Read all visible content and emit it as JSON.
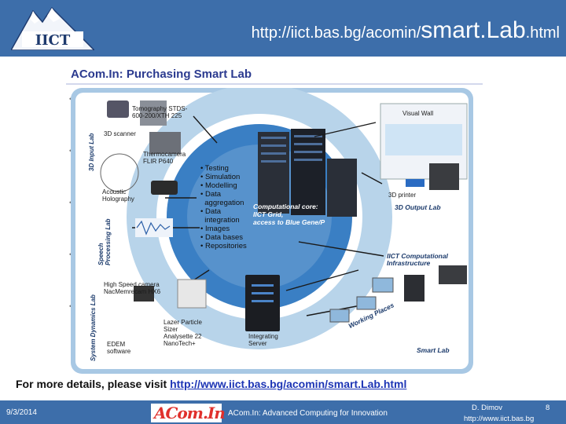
{
  "header": {
    "logo_text": "IICT",
    "url_prefix": "http://iict.bas.bg/acomin/",
    "url_main": "smart.Lab",
    "url_suffix": ".html"
  },
  "slide": {
    "title": "ACom.In: Purchasing Smart Lab",
    "side_bullets": [
      "•",
      "•",
      "•",
      "•",
      "•"
    ],
    "labels": {
      "tomography": "Tomography STDS-\n600-200/XTH 225",
      "scanner_3d": "3D scanner",
      "thermocamera": "Thermocamera\nFLIR P640",
      "acoustic": "Acoustic\nHolography",
      "visual_wall": "Visual Wall",
      "printer_3d": "3D printer",
      "output_lab": "3D Output Lab",
      "input_lab": "3D Input Lab",
      "speech_lab": "Speech\nProcessing Lab",
      "dynamics_lab": "System Dynamics Lab",
      "highspeed": "High Speed camera\nNacMemrecam HX6",
      "lazer": "Lazer Particle\nSizer\nAnalysette 22\nNanoTech+",
      "edem": "EDEM\nsoftware",
      "integrating_server": "Integrating\nServer",
      "iict_infra": "IICT Computational\nInfrastructure",
      "working_places": "Working Places",
      "smart_lab": "Smart Lab",
      "core_caption": "Computational core:\nIICT Grid,\naccess to Blue Gene/P"
    },
    "core_items": [
      "• Testing",
      "• Simulation",
      "• Modelling",
      "• Data",
      "  aggregation",
      "• Data",
      "  integration",
      "• Images",
      "• Data bases",
      "• Repositories"
    ]
  },
  "details": {
    "prefix": "For more details, please visit",
    "link": "http://www.iict.bas.bg/acomin/smart.Lab.html"
  },
  "footer": {
    "date": "9/3/2014",
    "logo_text": "ACom.In",
    "center_text": "ACom.In: Advanced Computing for Innovation",
    "author": "D. Dimov",
    "page": "8",
    "site": "http://www.iict.bas.bg"
  },
  "colors": {
    "header_bg": "#3d6eaa",
    "title_color": "#2b3a8f",
    "diagram_border": "#a8c8e4",
    "core_blue": "#3a7fc4",
    "link_color": "#1d35b5",
    "acomin_red": "#e0302c"
  }
}
